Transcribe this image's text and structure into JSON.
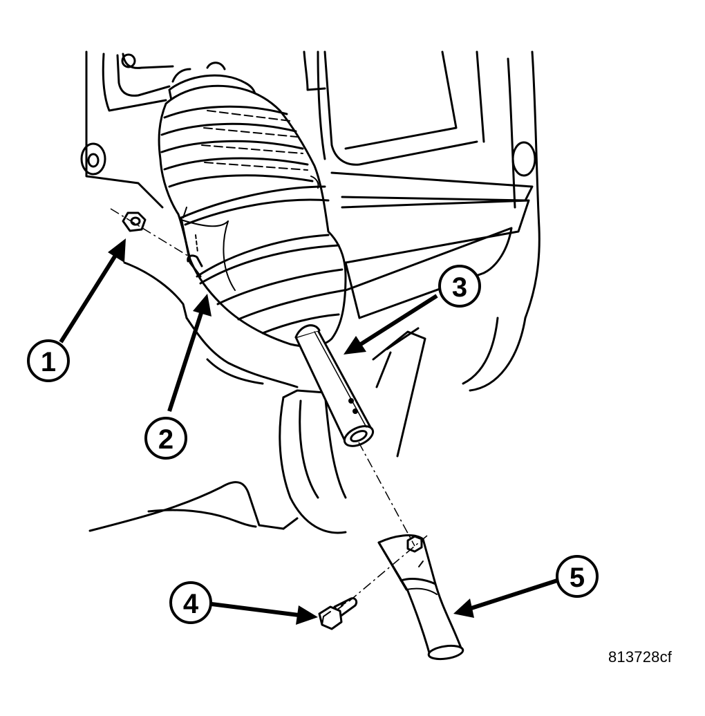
{
  "callouts": [
    {
      "id": "1",
      "label": "1"
    },
    {
      "id": "2",
      "label": "2"
    },
    {
      "id": "3",
      "label": "3"
    },
    {
      "id": "4",
      "label": "4"
    },
    {
      "id": "5",
      "label": "5"
    }
  ],
  "figure_code": "813728cf",
  "colors": {
    "ink": "#000000",
    "paper": "#ffffff"
  }
}
